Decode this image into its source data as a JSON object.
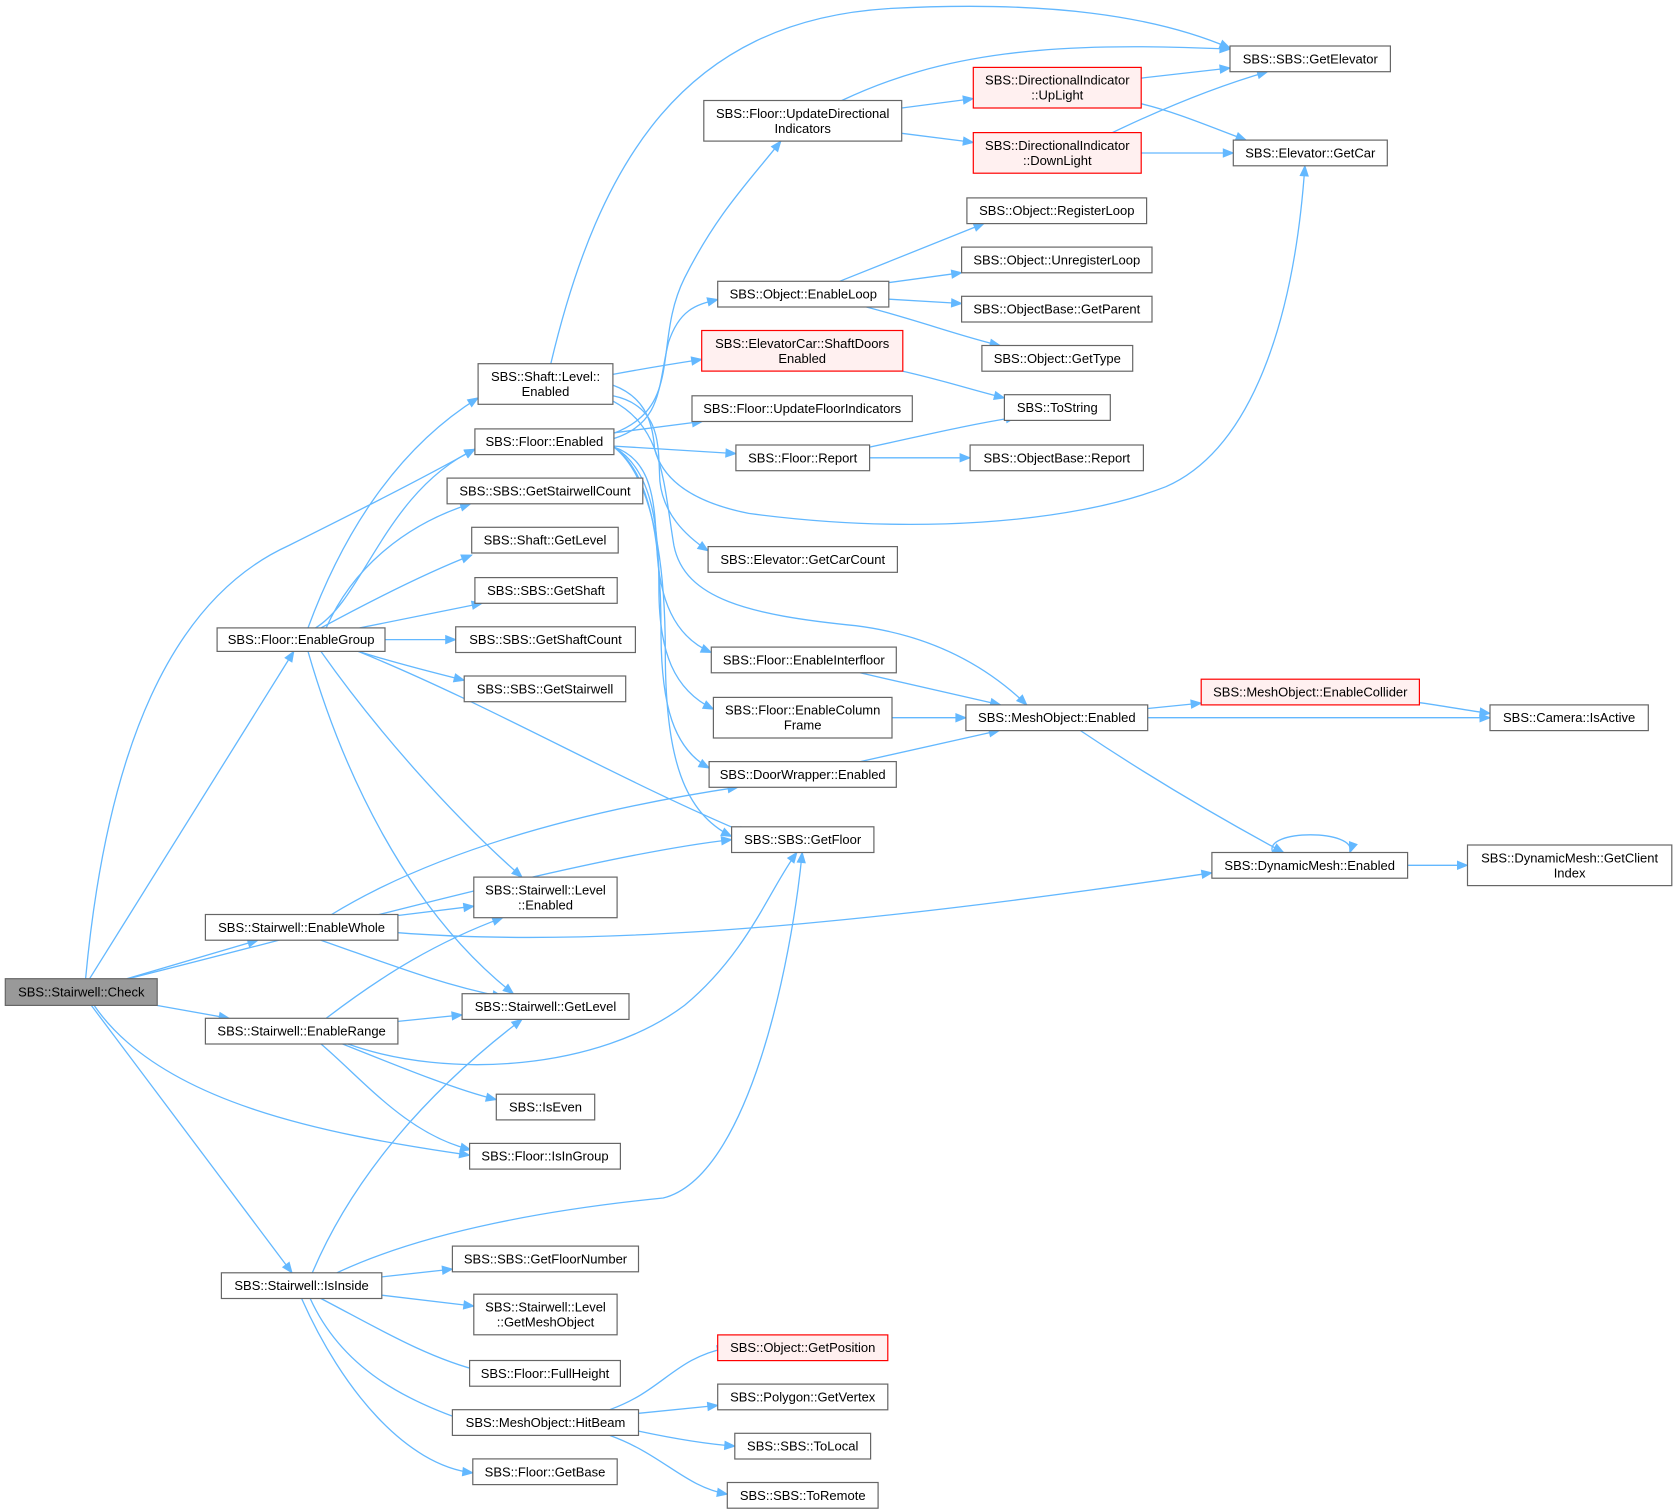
{
  "colors": {
    "edge": "#63b8ff",
    "node_border": "#666666",
    "node_fill": "#ffffff",
    "root_fill": "#999999",
    "truncated_border": "#ff0000",
    "truncated_fill": "#fff0f0"
  },
  "nodes": {
    "stairwell_check": {
      "lines": [
        "SBS::Stairwell::Check"
      ],
      "kind": "root"
    },
    "floor_enablegroup": {
      "lines": [
        "SBS::Floor::EnableGroup"
      ]
    },
    "stairwell_enablewhole": {
      "lines": [
        "SBS::Stairwell::EnableWhole"
      ]
    },
    "stairwell_enablerange": {
      "lines": [
        "SBS::Stairwell::EnableRange"
      ]
    },
    "stairwell_isinside": {
      "lines": [
        "SBS::Stairwell::IsInside"
      ]
    },
    "shaft_level_enabled": {
      "lines": [
        "SBS::Shaft::Level::",
        "Enabled"
      ]
    },
    "floor_enabled": {
      "lines": [
        "SBS::Floor::Enabled"
      ]
    },
    "sbs_getstairwellcount": {
      "lines": [
        "SBS::SBS::GetStairwellCount"
      ]
    },
    "shaft_getlevel": {
      "lines": [
        "SBS::Shaft::GetLevel"
      ]
    },
    "sbs_getshaft": {
      "lines": [
        "SBS::SBS::GetShaft"
      ]
    },
    "sbs_getshaftcount": {
      "lines": [
        "SBS::SBS::GetShaftCount"
      ]
    },
    "sbs_getstairwell": {
      "lines": [
        "SBS::SBS::GetStairwell"
      ]
    },
    "stairwell_level_enabled": {
      "lines": [
        "SBS::Stairwell::Level",
        "::Enabled"
      ]
    },
    "stairwell_getlevel": {
      "lines": [
        "SBS::Stairwell::GetLevel"
      ]
    },
    "sbs_iseven": {
      "lines": [
        "SBS::IsEven"
      ]
    },
    "floor_isingroup": {
      "lines": [
        "SBS::Floor::IsInGroup"
      ]
    },
    "sbs_getfloornumber": {
      "lines": [
        "SBS::SBS::GetFloorNumber"
      ]
    },
    "stairwell_level_getmeshobject": {
      "lines": [
        "SBS::Stairwell::Level",
        "::GetMeshObject"
      ]
    },
    "floor_fullheight": {
      "lines": [
        "SBS::Floor::FullHeight"
      ]
    },
    "meshobject_hitbeam": {
      "lines": [
        "SBS::MeshObject::HitBeam"
      ]
    },
    "floor_getbase": {
      "lines": [
        "SBS::Floor::GetBase"
      ]
    },
    "floor_updatedirectionalindicators": {
      "lines": [
        "SBS::Floor::UpdateDirectional",
        "Indicators"
      ]
    },
    "object_enableloop": {
      "lines": [
        "SBS::Object::EnableLoop"
      ]
    },
    "elevatorcar_shaftdoorsenabled": {
      "lines": [
        "SBS::ElevatorCar::ShaftDoors",
        "Enabled"
      ],
      "kind": "truncated"
    },
    "floor_updatefloorindicators": {
      "lines": [
        "SBS::Floor::UpdateFloorIndicators"
      ]
    },
    "floor_report": {
      "lines": [
        "SBS::Floor::Report"
      ]
    },
    "elevator_getcarcount": {
      "lines": [
        "SBS::Elevator::GetCarCount"
      ]
    },
    "floor_enableinterfloor": {
      "lines": [
        "SBS::Floor::EnableInterfloor"
      ]
    },
    "floor_enablecolumnframe": {
      "lines": [
        "SBS::Floor::EnableColumn",
        "Frame"
      ]
    },
    "doorwrapper_enabled": {
      "lines": [
        "SBS::DoorWrapper::Enabled"
      ]
    },
    "sbs_getfloor": {
      "lines": [
        "SBS::SBS::GetFloor"
      ]
    },
    "object_getposition": {
      "lines": [
        "SBS::Object::GetPosition"
      ],
      "kind": "truncated"
    },
    "polygon_getvertex": {
      "lines": [
        "SBS::Polygon::GetVertex"
      ]
    },
    "sbs_tolocal": {
      "lines": [
        "SBS::SBS::ToLocal"
      ]
    },
    "sbs_toremote": {
      "lines": [
        "SBS::SBS::ToRemote"
      ]
    },
    "directionalindicator_uplight": {
      "lines": [
        "SBS::DirectionalIndicator",
        "::UpLight"
      ],
      "kind": "truncated"
    },
    "directionalindicator_downlight": {
      "lines": [
        "SBS::DirectionalIndicator",
        "::DownLight"
      ],
      "kind": "truncated"
    },
    "object_registerloop": {
      "lines": [
        "SBS::Object::RegisterLoop"
      ]
    },
    "object_unregisterloop": {
      "lines": [
        "SBS::Object::UnregisterLoop"
      ]
    },
    "objectbase_getparent": {
      "lines": [
        "SBS::ObjectBase::GetParent"
      ]
    },
    "object_gettype": {
      "lines": [
        "SBS::Object::GetType"
      ]
    },
    "sbs_tostring": {
      "lines": [
        "SBS::ToString"
      ]
    },
    "objectbase_report": {
      "lines": [
        "SBS::ObjectBase::Report"
      ]
    },
    "meshobject_enabled": {
      "lines": [
        "SBS::MeshObject::Enabled"
      ]
    },
    "sbs_getelevator": {
      "lines": [
        "SBS::SBS::GetElevator"
      ]
    },
    "elevator_getcar": {
      "lines": [
        "SBS::Elevator::GetCar"
      ]
    },
    "meshobject_enablecollider": {
      "lines": [
        "SBS::MeshObject::EnableCollider"
      ],
      "kind": "truncated"
    },
    "dynamicmesh_enabled": {
      "lines": [
        "SBS::DynamicMesh::Enabled"
      ]
    },
    "camera_isactive": {
      "lines": [
        "SBS::Camera::IsActive"
      ]
    },
    "dynamicmesh_getclientindex": {
      "lines": [
        "SBS::DynamicMesh::GetClient",
        "Index"
      ]
    }
  },
  "edges": [
    [
      "stairwell_check",
      "floor_enablegroup"
    ],
    [
      "stairwell_check",
      "floor_enabled"
    ],
    [
      "stairwell_check",
      "stairwell_enablewhole"
    ],
    [
      "stairwell_check",
      "sbs_getfloor"
    ],
    [
      "stairwell_check",
      "stairwell_enablerange"
    ],
    [
      "stairwell_check",
      "floor_isingroup"
    ],
    [
      "stairwell_check",
      "stairwell_isinside"
    ],
    [
      "floor_enablegroup",
      "shaft_level_enabled"
    ],
    [
      "floor_enablegroup",
      "floor_enabled"
    ],
    [
      "floor_enablegroup",
      "sbs_getstairwellcount"
    ],
    [
      "floor_enablegroup",
      "shaft_getlevel"
    ],
    [
      "floor_enablegroup",
      "sbs_getshaft"
    ],
    [
      "floor_enablegroup",
      "sbs_getshaftcount"
    ],
    [
      "floor_enablegroup",
      "sbs_getstairwell"
    ],
    [
      "floor_enablegroup",
      "sbs_getfloor"
    ],
    [
      "floor_enablegroup",
      "stairwell_level_enabled"
    ],
    [
      "floor_enablegroup",
      "stairwell_getlevel"
    ],
    [
      "stairwell_enablewhole",
      "doorwrapper_enabled"
    ],
    [
      "stairwell_enablewhole",
      "stairwell_level_enabled"
    ],
    [
      "stairwell_enablewhole",
      "dynamicmesh_enabled"
    ],
    [
      "stairwell_enablewhole",
      "stairwell_getlevel"
    ],
    [
      "stairwell_enablerange",
      "stairwell_level_enabled"
    ],
    [
      "stairwell_enablerange",
      "stairwell_getlevel"
    ],
    [
      "stairwell_enablerange",
      "sbs_getfloor"
    ],
    [
      "stairwell_enablerange",
      "sbs_iseven"
    ],
    [
      "stairwell_enablerange",
      "floor_isingroup"
    ],
    [
      "stairwell_isinside",
      "sbs_getfloor"
    ],
    [
      "stairwell_isinside",
      "stairwell_getlevel"
    ],
    [
      "stairwell_isinside",
      "sbs_getfloornumber"
    ],
    [
      "stairwell_isinside",
      "stairwell_level_getmeshobject"
    ],
    [
      "stairwell_isinside",
      "floor_fullheight"
    ],
    [
      "stairwell_isinside",
      "meshobject_hitbeam"
    ],
    [
      "stairwell_isinside",
      "floor_getbase"
    ],
    [
      "shaft_level_enabled",
      "sbs_getelevator"
    ],
    [
      "shaft_level_enabled",
      "elevatorcar_shaftdoorsenabled"
    ],
    [
      "shaft_level_enabled",
      "elevator_getcar"
    ],
    [
      "shaft_level_enabled",
      "elevator_getcarcount"
    ],
    [
      "shaft_level_enabled",
      "meshobject_enabled"
    ],
    [
      "floor_enabled",
      "floor_updatedirectionalindicators"
    ],
    [
      "floor_enabled",
      "object_enableloop"
    ],
    [
      "floor_enabled",
      "floor_updatefloorindicators"
    ],
    [
      "floor_enabled",
      "floor_report"
    ],
    [
      "floor_enabled",
      "floor_enableinterfloor"
    ],
    [
      "floor_enabled",
      "floor_enablecolumnframe"
    ],
    [
      "floor_enabled",
      "doorwrapper_enabled"
    ],
    [
      "floor_enabled",
      "sbs_getfloor"
    ],
    [
      "floor_updatedirectionalindicators",
      "sbs_getelevator"
    ],
    [
      "floor_updatedirectionalindicators",
      "directionalindicator_uplight"
    ],
    [
      "floor_updatedirectionalindicators",
      "directionalindicator_downlight"
    ],
    [
      "directionalindicator_uplight",
      "sbs_getelevator"
    ],
    [
      "directionalindicator_uplight",
      "elevator_getcar"
    ],
    [
      "directionalindicator_downlight",
      "sbs_getelevator"
    ],
    [
      "directionalindicator_downlight",
      "elevator_getcar"
    ],
    [
      "object_enableloop",
      "object_registerloop"
    ],
    [
      "object_enableloop",
      "object_unregisterloop"
    ],
    [
      "object_enableloop",
      "objectbase_getparent"
    ],
    [
      "object_enableloop",
      "object_gettype"
    ],
    [
      "elevatorcar_shaftdoorsenabled",
      "sbs_tostring"
    ],
    [
      "floor_report",
      "sbs_tostring"
    ],
    [
      "floor_report",
      "objectbase_report"
    ],
    [
      "floor_enableinterfloor",
      "meshobject_enabled"
    ],
    [
      "floor_enablecolumnframe",
      "meshobject_enabled"
    ],
    [
      "doorwrapper_enabled",
      "meshobject_enabled"
    ],
    [
      "meshobject_enabled",
      "meshobject_enablecollider"
    ],
    [
      "meshobject_enabled",
      "camera_isactive"
    ],
    [
      "meshobject_enabled",
      "dynamicmesh_enabled"
    ],
    [
      "meshobject_enablecollider",
      "camera_isactive"
    ],
    [
      "dynamicmesh_enabled",
      "dynamicmesh_enabled"
    ],
    [
      "dynamicmesh_enabled",
      "dynamicmesh_getclientindex"
    ],
    [
      "meshobject_hitbeam",
      "object_getposition"
    ],
    [
      "meshobject_hitbeam",
      "polygon_getvertex"
    ],
    [
      "meshobject_hitbeam",
      "sbs_tolocal"
    ],
    [
      "meshobject_hitbeam",
      "sbs_toremote"
    ]
  ]
}
